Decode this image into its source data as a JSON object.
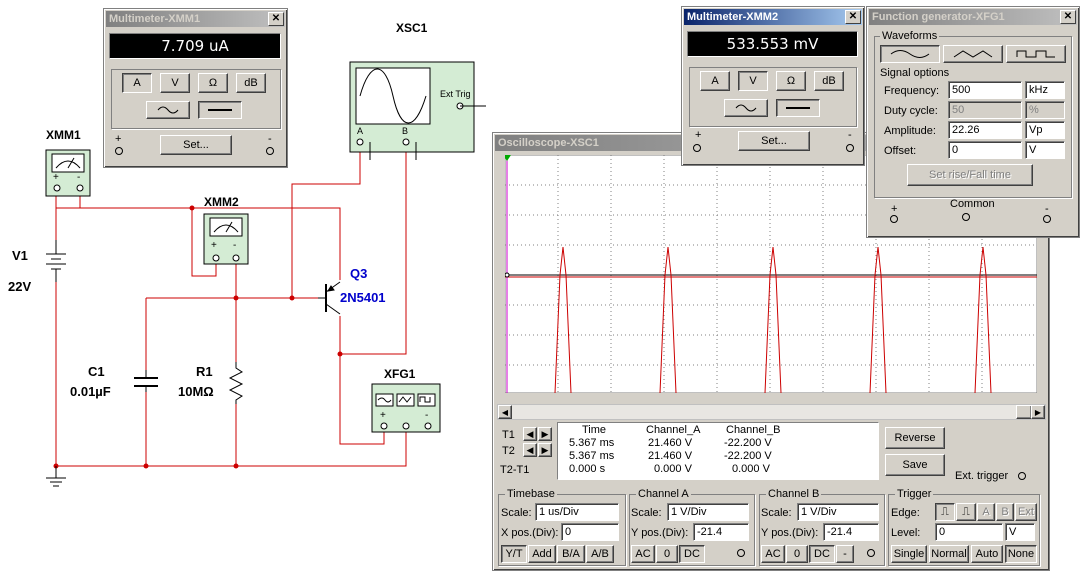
{
  "schematic": {
    "xmm1_label": "XMM1",
    "xmm2_label": "XMM2",
    "xsc1_label": "XSC1",
    "xfg1_label": "XFG1",
    "v1_name": "V1",
    "v1_value": "22V",
    "c1_name": "C1",
    "c1_value": "0.01µF",
    "r1_name": "R1",
    "r1_value": "10MΩ",
    "q3_name": "Q3",
    "q3_model": "2N5401",
    "plus": "+",
    "minus": "-",
    "scope_ch_a": "A",
    "scope_ch_b": "B",
    "scope_ext_trig": "Ext Trig"
  },
  "mm1": {
    "title": "Multimeter-XMM1",
    "reading": "7.709 uA",
    "mode_buttons": [
      "A",
      "V",
      "Ω",
      "dB"
    ],
    "set_label": "Set...",
    "plus": "+",
    "minus": "-"
  },
  "mm2": {
    "title": "Multimeter-XMM2",
    "reading": "533.553 mV",
    "mode_buttons": [
      "A",
      "V",
      "Ω",
      "dB"
    ],
    "set_label": "Set...",
    "plus": "+",
    "minus": "-"
  },
  "fg": {
    "title": "Function generator-XFG1",
    "waveforms_label": "Waveforms",
    "signal_options_label": "Signal options",
    "frequency_label": "Frequency:",
    "frequency_value": "500",
    "frequency_unit": "kHz",
    "duty_label": "Duty cycle:",
    "duty_value": "50",
    "duty_unit": "%",
    "amplitude_label": "Amplitude:",
    "amplitude_value": "22.26",
    "amplitude_unit": "Vp",
    "offset_label": "Offset:",
    "offset_value": "0",
    "offset_unit": "V",
    "rise_fall_label": "Set rise/Fall time",
    "plus": "+",
    "common": "Common",
    "minus": "-"
  },
  "scope": {
    "title": "Oscilloscope-XSC1",
    "readout": {
      "headers": [
        "Time",
        "Channel_A",
        "Channel_B"
      ],
      "rows": [
        {
          "label": "T1",
          "time": "5.367 ms",
          "a": "21.460 V",
          "b": "-22.200 V"
        },
        {
          "label": "T2",
          "time": "5.367 ms",
          "a": "21.460 V",
          "b": "-22.200 V"
        },
        {
          "label": "T2-T1",
          "time": "0.000 s",
          "a": "0.000 V",
          "b": "0.000 V"
        }
      ]
    },
    "reverse_label": "Reverse",
    "save_label": "Save",
    "ext_trigger_label": "Ext. trigger",
    "timebase": {
      "title": "Timebase",
      "scale_label": "Scale:",
      "scale_value": "1 us/Div",
      "xpos_label": "X pos.(Div):",
      "xpos_value": "0",
      "modes": [
        "Y/T",
        "Add",
        "B/A",
        "A/B"
      ]
    },
    "channel_a": {
      "title": "Channel A",
      "scale_label": "Scale:",
      "scale_value": "1  V/Div",
      "ypos_label": "Y pos.(Div):",
      "ypos_value": "-21.4",
      "coupling": [
        "AC",
        "0",
        "DC"
      ]
    },
    "channel_b": {
      "title": "Channel B",
      "scale_label": "Scale:",
      "scale_value": "1  V/Div",
      "ypos_label": "Y pos.(Div):",
      "ypos_value": "-21.4",
      "coupling": [
        "AC",
        "0",
        "DC",
        "-"
      ]
    },
    "trigger": {
      "title": "Trigger",
      "edge_label": "Edge:",
      "edge_buttons": [
        "A",
        "B",
        "Ext"
      ],
      "level_label": "Level:",
      "level_value": "0",
      "level_unit": "V",
      "modes": [
        "Single",
        "Normal",
        "Auto",
        "None"
      ]
    }
  },
  "colors": {
    "wire": "#cc0000",
    "component": "#000000",
    "transistor_label": "#0000cc",
    "trace": "#cc0000",
    "cursor": "#cc00cc",
    "title_active": "#0a246a",
    "title_inactive": "#808080"
  }
}
